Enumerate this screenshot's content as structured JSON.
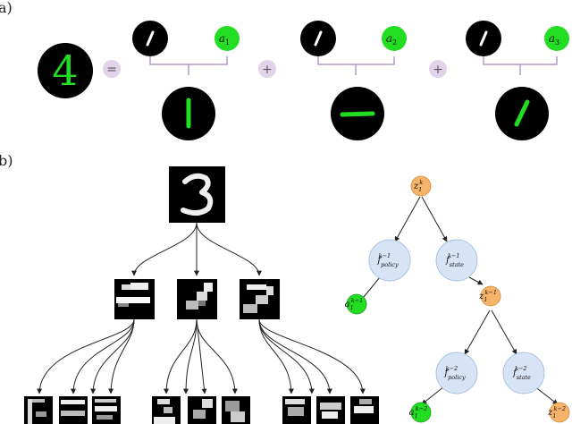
{
  "panel_a": {
    "label": "a)",
    "digit_glyph": "4",
    "equals": "=",
    "plus_1": "+",
    "plus_2": "+",
    "actions": [
      {
        "symbol": "a",
        "index": "1"
      },
      {
        "symbol": "a",
        "index": "2"
      },
      {
        "symbol": "a",
        "index": "3"
      }
    ]
  },
  "panel_b": {
    "label": "b)",
    "tree": {
      "root": {
        "base": "z",
        "sub": "1",
        "sup": "k"
      },
      "policy_1": {
        "base": "f",
        "sub": "policy",
        "sup": "k−1"
      },
      "state_1": {
        "base": "f",
        "sub": "state",
        "sup": "k−1"
      },
      "action_1": {
        "base": "a",
        "sub": "1",
        "sup": "k−1"
      },
      "latent_1": {
        "base": "z",
        "sub": "1",
        "sup": "k−1"
      },
      "policy_2": {
        "base": "f",
        "sub": "policy",
        "sup": "k−2"
      },
      "state_2": {
        "base": "f",
        "sub": "state",
        "sup": "k−2"
      },
      "action_2": {
        "base": "a",
        "sub": "1",
        "sup": "k−2"
      },
      "latent_2": {
        "base": "z",
        "sub": "1",
        "sup": "k−2"
      }
    }
  },
  "colors": {
    "stroke_green": "#22dd22",
    "action_green": "#22dd22",
    "op_circle": "#e2d3ea",
    "bracket": "#a484b8",
    "policy_node": "#d6e4f6",
    "latent_node": "#f6b46a",
    "grid_black": "#000000"
  }
}
